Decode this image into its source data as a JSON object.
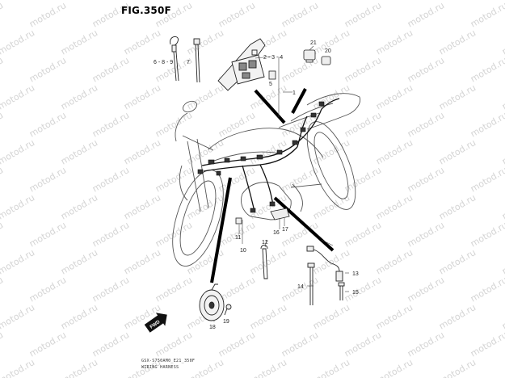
{
  "figure": {
    "title": "FIG.350F",
    "caption_code": "GSX-S750AM0_E21_350F",
    "caption_name": "WIRING HARNESS",
    "watermark": "motod.ru",
    "fwd_label": "FWD"
  },
  "callouts": [
    {
      "id": "c-6-8-9",
      "label": "6 - 8 - 9"
    },
    {
      "id": "c-7",
      "label": "7"
    },
    {
      "id": "c-2-3-4",
      "label": "2 - 3 - 4"
    },
    {
      "id": "c-5",
      "label": "5"
    },
    {
      "id": "c-21",
      "label": "21"
    },
    {
      "id": "c-20",
      "label": "20"
    },
    {
      "id": "c-1",
      "label": "1"
    },
    {
      "id": "c-11",
      "label": "11"
    },
    {
      "id": "c-10",
      "label": "10"
    },
    {
      "id": "c-16",
      "label": "16"
    },
    {
      "id": "c-17",
      "label": "17"
    },
    {
      "id": "c-12",
      "label": "12"
    },
    {
      "id": "c-13",
      "label": "13"
    },
    {
      "id": "c-14",
      "label": "14"
    },
    {
      "id": "c-15",
      "label": "15"
    },
    {
      "id": "c-18",
      "label": "18"
    },
    {
      "id": "c-19",
      "label": "19"
    }
  ]
}
